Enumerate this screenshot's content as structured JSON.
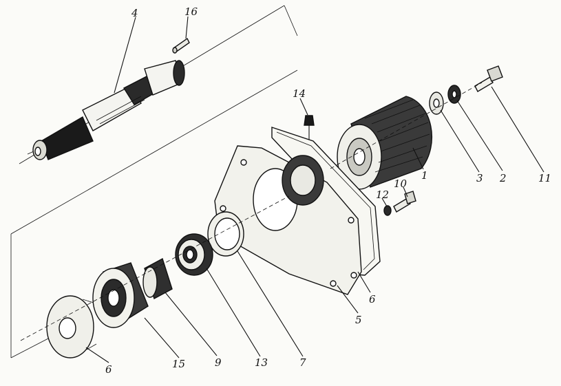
{
  "labels": {
    "l1": "1",
    "l2": "2",
    "l3": "3",
    "l4": "4",
    "l5": "5",
    "l6a": "6",
    "l6b": "6",
    "l7": "7",
    "l9": "9",
    "l10": "10",
    "l11": "11",
    "l12": "12",
    "l13": "13",
    "l14": "14",
    "l15": "15",
    "l16": "16"
  }
}
